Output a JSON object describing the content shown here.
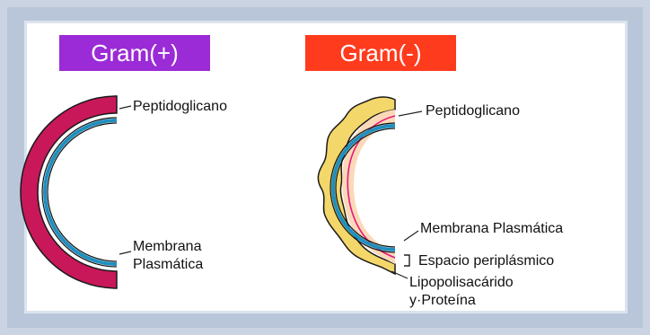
{
  "gram_positive": {
    "title": "Gram(+)",
    "labels": {
      "peptidoglycan": "Peptidoglicano",
      "membrane_line1": "Membrana",
      "membrane_line2": "Plasmática"
    }
  },
  "gram_negative": {
    "title": "Gram(-)",
    "labels": {
      "peptidoglycan": "Peptidoglicano",
      "membrane": "Membrana Plasmática",
      "periplasmic": "Espacio periplásmico",
      "lps_line1": "Lipopolisacárido",
      "lps_line2": "y·Proteína"
    }
  },
  "colors": {
    "gram_pos_tag": "#9b2bd6",
    "gram_neg_tag": "#ff3b1e",
    "pos_wall": "#c8185a",
    "membrane": "#1f8fc0",
    "outer_membrane": "#f4d76a",
    "periplasm": "#fbd9b8",
    "peptidoglycan_line": "#e8197a"
  }
}
